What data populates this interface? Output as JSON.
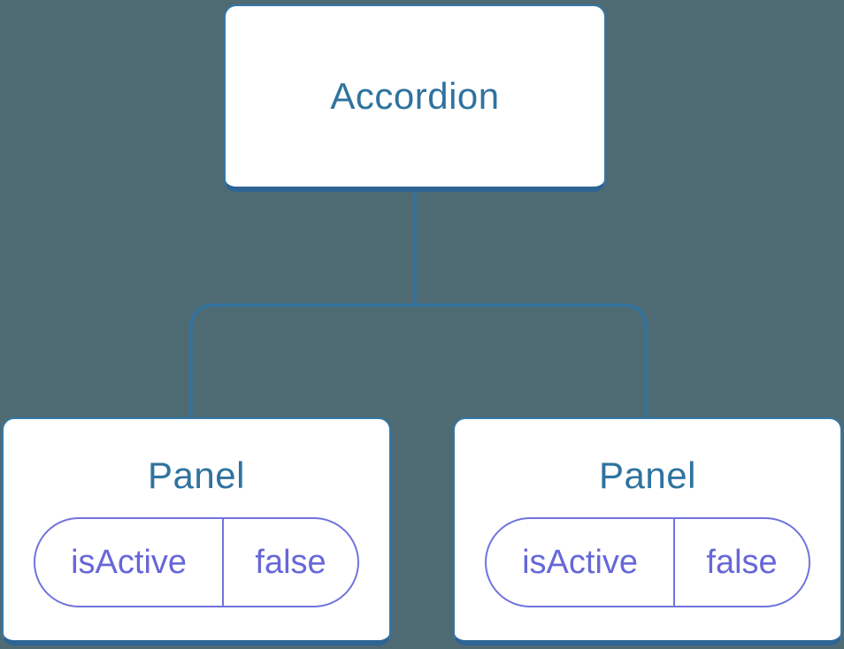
{
  "colors": {
    "background": "#4e6a73",
    "line": "#2e74a6",
    "box-fill": "#ffffff",
    "box-border": "#3478a8",
    "box-border-bottom": "#2c6494",
    "title-text": "#2f739f",
    "pill-border": "#7173dd",
    "pill-text": "#6767d9"
  },
  "tree": {
    "root": {
      "label": "Accordion"
    },
    "children": [
      {
        "label": "Panel",
        "state": {
          "name": "isActive",
          "value": "false"
        }
      },
      {
        "label": "Panel",
        "state": {
          "name": "isActive",
          "value": "false"
        }
      }
    ]
  }
}
